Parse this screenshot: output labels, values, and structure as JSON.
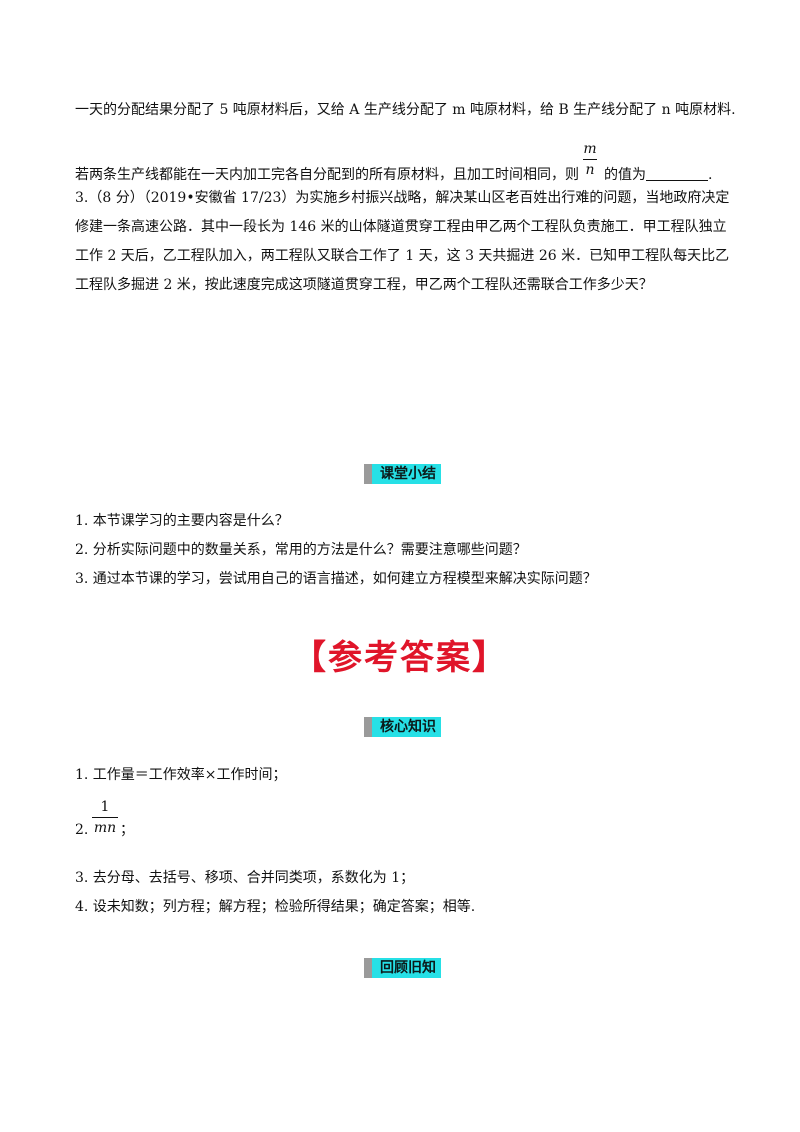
{
  "problem_2": {
    "line1": "一天的分配结果分配了 5 吨原材料后，又给 A 生产线分配了 m 吨原材料，给 B 生产线分配了 n 吨原材料.",
    "line2_before": "若两条生产线都能在一天内加工完各自分配到的所有原材料，且加工时间相同，则",
    "frac_num": "m",
    "frac_den": "n",
    "line2_after": "的值为",
    "line2_end": "."
  },
  "problem_3": {
    "text": "3.（8 分）（2019•安徽省 17/23）为实施乡村振兴战略，解决某山区老百姓出行难的问题，当地政府决定修建一条高速公路．其中一段长为 146 米的山体隧道贯穿工程由甲乙两个工程队负责施工．甲工程队独立工作 2 天后，乙工程队加入，两工程队又联合工作了 1 天，这 3 天共掘进 26 米．已知甲工程队每天比乙工程队多掘进 2 米，按此速度完成这项隧道贯穿工程，甲乙两个工程队还需联合工作多少天？"
  },
  "summary": {
    "heading": "课堂小结",
    "items": [
      "1.  本节课学习的主要内容是什么？",
      "2.  分析实际问题中的数量关系，常用的方法是什么？需要注意哪些问题？",
      "3.  通过本节课的学习，尝试用自己的语言描述，如何建立方程模型来解决实际问题？"
    ]
  },
  "answers": {
    "title": "【参考答案】",
    "core_heading": "核心知识",
    "item1": "1.  工作量＝工作效率×工作时间；",
    "item2_prefix": "2.",
    "item2_num": "1",
    "item2_den": "mn",
    "item2_suffix": "；",
    "item3": "3.  去分母、去括号、移项、合并同类项，系数化为 1；",
    "item4": "4.  设未知数；列方程；解方程；检验所得结果；确定答案；相等.",
    "review_heading": "回顾旧知"
  }
}
